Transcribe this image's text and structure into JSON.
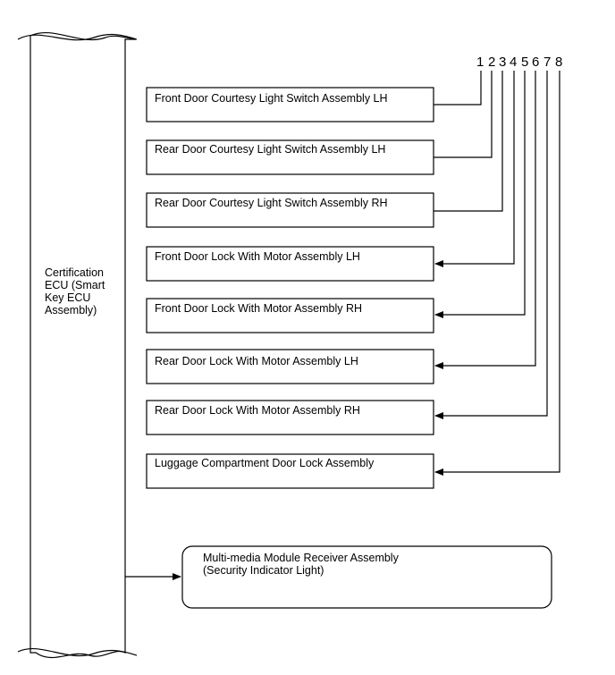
{
  "ecu": {
    "label_lines": [
      "Certification",
      "ECU (Smart",
      "Key ECU",
      "Assembly)"
    ]
  },
  "terminals": [
    "1",
    "2",
    "3",
    "4",
    "5",
    "6",
    "7",
    "8"
  ],
  "components": [
    {
      "label": "Front Door Courtesy Light Switch Assembly LH",
      "terminal": "1",
      "direction": "input"
    },
    {
      "label": "Rear Door Courtesy Light Switch Assembly LH",
      "terminal": "2",
      "direction": "input"
    },
    {
      "label": "Rear Door Courtesy Light Switch Assembly RH",
      "terminal": "3",
      "direction": "input"
    },
    {
      "label": "Front Door Lock With Motor Assembly LH",
      "terminal": "4",
      "direction": "output"
    },
    {
      "label": "Front Door Lock With Motor Assembly RH",
      "terminal": "5",
      "direction": "output"
    },
    {
      "label": "Rear Door Lock With Motor Assembly LH",
      "terminal": "6",
      "direction": "output"
    },
    {
      "label": "Rear Door Lock With Motor Assembly RH",
      "terminal": "7",
      "direction": "output"
    },
    {
      "label": "Luggage Compartment Door Lock Assembly",
      "terminal": "8",
      "direction": "output"
    }
  ],
  "receiver": {
    "label_lines": [
      "Multi-media Module Receiver Assembly",
      "(Security Indicator Light)"
    ]
  },
  "colors": {
    "line": "#000000",
    "background": "#ffffff"
  }
}
